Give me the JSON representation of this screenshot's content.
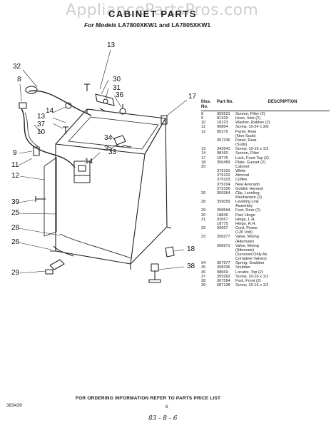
{
  "watermark": "AppliancePartsPros.com",
  "title": "CABINET PARTS",
  "models_prefix": "For Models",
  "models": "LA7800XKW1 and LA7805XKW1",
  "callouts": [
    "13",
    "30",
    "31",
    "36",
    "32",
    "17",
    "8",
    "14",
    "13",
    "37",
    "10",
    "34",
    "35",
    "33",
    "9",
    "11",
    "12",
    "14",
    "39",
    "25",
    "28",
    "26",
    "29",
    "18",
    "38"
  ],
  "parts_table": {
    "headers": [
      "Illus. No.",
      "Part No.",
      "DESCRIPTION"
    ],
    "rows": [
      [
        "8",
        "355521",
        "Screen, Filter (2)"
      ],
      [
        "9",
        "81329",
        "Hose, Inlet (2)"
      ],
      [
        "10",
        "18123",
        "Washer, Rubber (2)"
      ],
      [
        "11",
        "90864",
        "Screw, 10-24 x 3/8"
      ],
      [
        "12",
        "85279",
        "Panel, Rear"
      ],
      [
        "",
        "",
        "(Non-Suds)"
      ],
      [
        "",
        "357335",
        "Panel, Rear"
      ],
      [
        "",
        "",
        "(Suds)"
      ],
      [
        "13",
        "342641",
        "Screw, 10-16 x 1/2"
      ],
      [
        "14",
        "98160",
        "Screen, Filter"
      ],
      [
        "17",
        "18775",
        "Lock, Front Top (2)"
      ],
      [
        "18",
        "356459",
        "Plate, Gusset (2)"
      ],
      [
        "25",
        "",
        "Cabinet"
      ],
      [
        "",
        "379101",
        "White"
      ],
      [
        "",
        "379102",
        "Almond"
      ],
      [
        "",
        "379103",
        "Coffee"
      ],
      [
        "",
        "379104",
        "New Avocado"
      ],
      [
        "",
        "379105",
        "Golden Harvest"
      ],
      [
        "26",
        "359364",
        "Clip, Leveling"
      ],
      [
        "",
        "",
        "Mechanism (2)"
      ],
      [
        "28",
        "359059",
        "Leveling Link"
      ],
      [
        "",
        "",
        "Assembly"
      ],
      [
        "29",
        "358594",
        "Foot, Rear (2)"
      ],
      [
        "30",
        "18849",
        "Pad, Hinge"
      ],
      [
        "31",
        "92657",
        "Hinge, L.H."
      ],
      [
        "",
        "18775",
        "Hinge, R.H."
      ],
      [
        "32",
        "93667",
        "Cord, Power"
      ],
      [
        "",
        "",
        "(120 Volt)"
      ],
      [
        "33",
        "358277",
        "Valve, Mixing"
      ],
      [
        "",
        "",
        "(Alternate)"
      ],
      [
        "",
        "358971",
        "Valve, Mixing"
      ],
      [
        "",
        "",
        "(Alternate)"
      ],
      [
        "",
        "",
        "(Serviced Only As"
      ],
      [
        "",
        "",
        "Complete Valves)"
      ],
      [
        "34",
        "357977",
        "Spring, Snubber"
      ],
      [
        "35",
        "358336",
        "Snubber"
      ],
      [
        "36",
        "98669",
        "Locator, Top (2)"
      ],
      [
        "37",
        "359262",
        "Screw, 10-16 x 1/2"
      ],
      [
        "38",
        "367594",
        "Foot, Front (2)"
      ],
      [
        "39",
        "687128",
        "Screw, 10-16 x 1/2"
      ]
    ]
  },
  "footer": "FOR ORDERING INFORMATION REFER TO PARTS PRICE LIST",
  "doc_number": "383439",
  "page_number": "6",
  "handwritten_mark": "83 - 8 - 6"
}
